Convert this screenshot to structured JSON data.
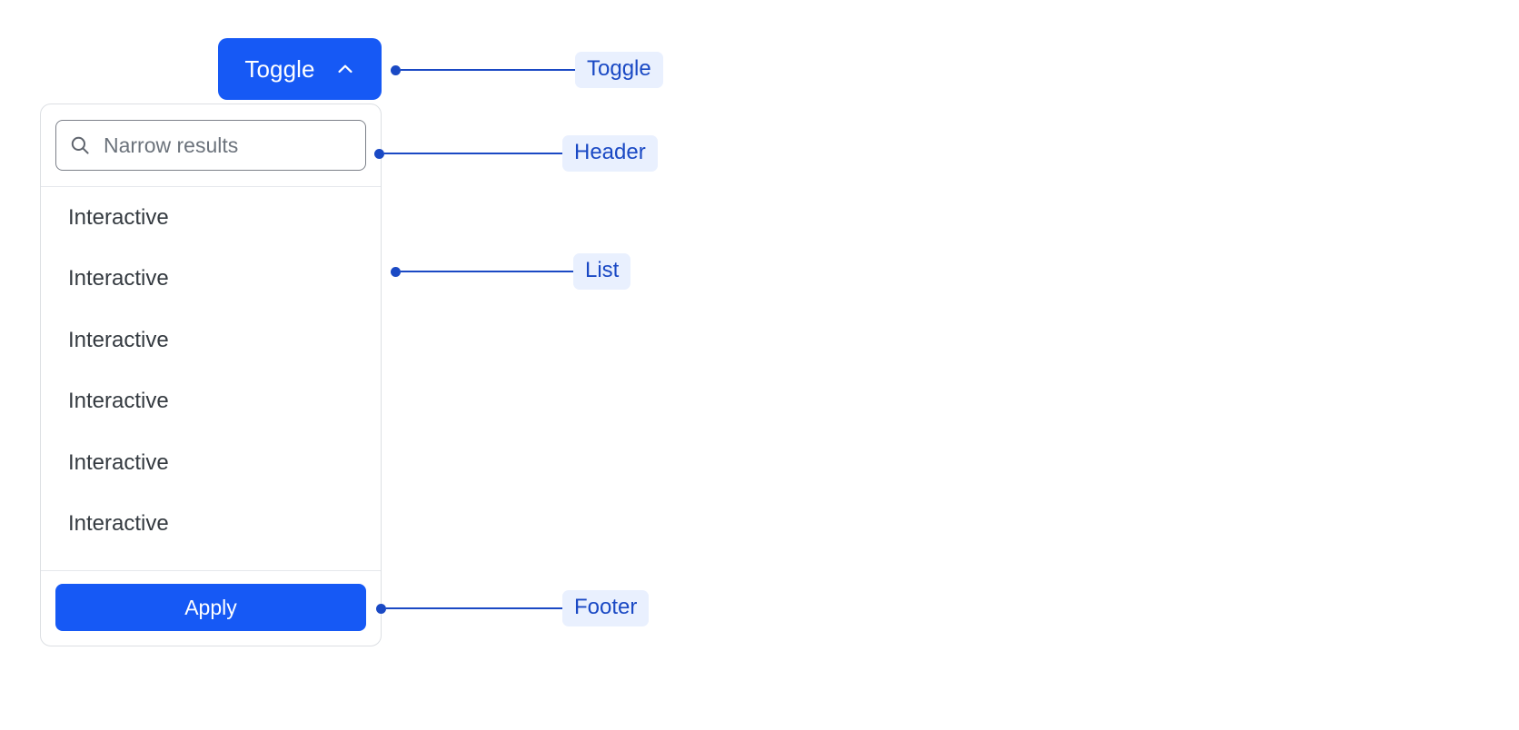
{
  "toggle": {
    "label": "Toggle",
    "icon": "chevron-up-icon",
    "expanded": true,
    "background_color": "#1659f5",
    "text_color": "#ffffff"
  },
  "panel": {
    "header": {
      "search": {
        "icon": "search-icon",
        "placeholder": "Narrow results",
        "value": ""
      }
    },
    "list": {
      "items": [
        {
          "label": "Interactive"
        },
        {
          "label": "Interactive"
        },
        {
          "label": "Interactive"
        },
        {
          "label": "Interactive"
        },
        {
          "label": "Interactive"
        },
        {
          "label": "Interactive"
        }
      ]
    },
    "footer": {
      "apply_label": "Apply",
      "apply_background_color": "#1659f5",
      "apply_text_color": "#ffffff"
    },
    "border_color": "#dcdfe3",
    "divider_color": "#e6e8ec"
  },
  "annotations": {
    "accent_color": "#1a49c4",
    "chip_background_color": "#e9f0fe",
    "items": [
      {
        "label": "Toggle",
        "target": "toggle-button"
      },
      {
        "label": "Header",
        "target": "panel-header"
      },
      {
        "label": "List",
        "target": "panel-list"
      },
      {
        "label": "Footer",
        "target": "panel-footer"
      }
    ]
  }
}
